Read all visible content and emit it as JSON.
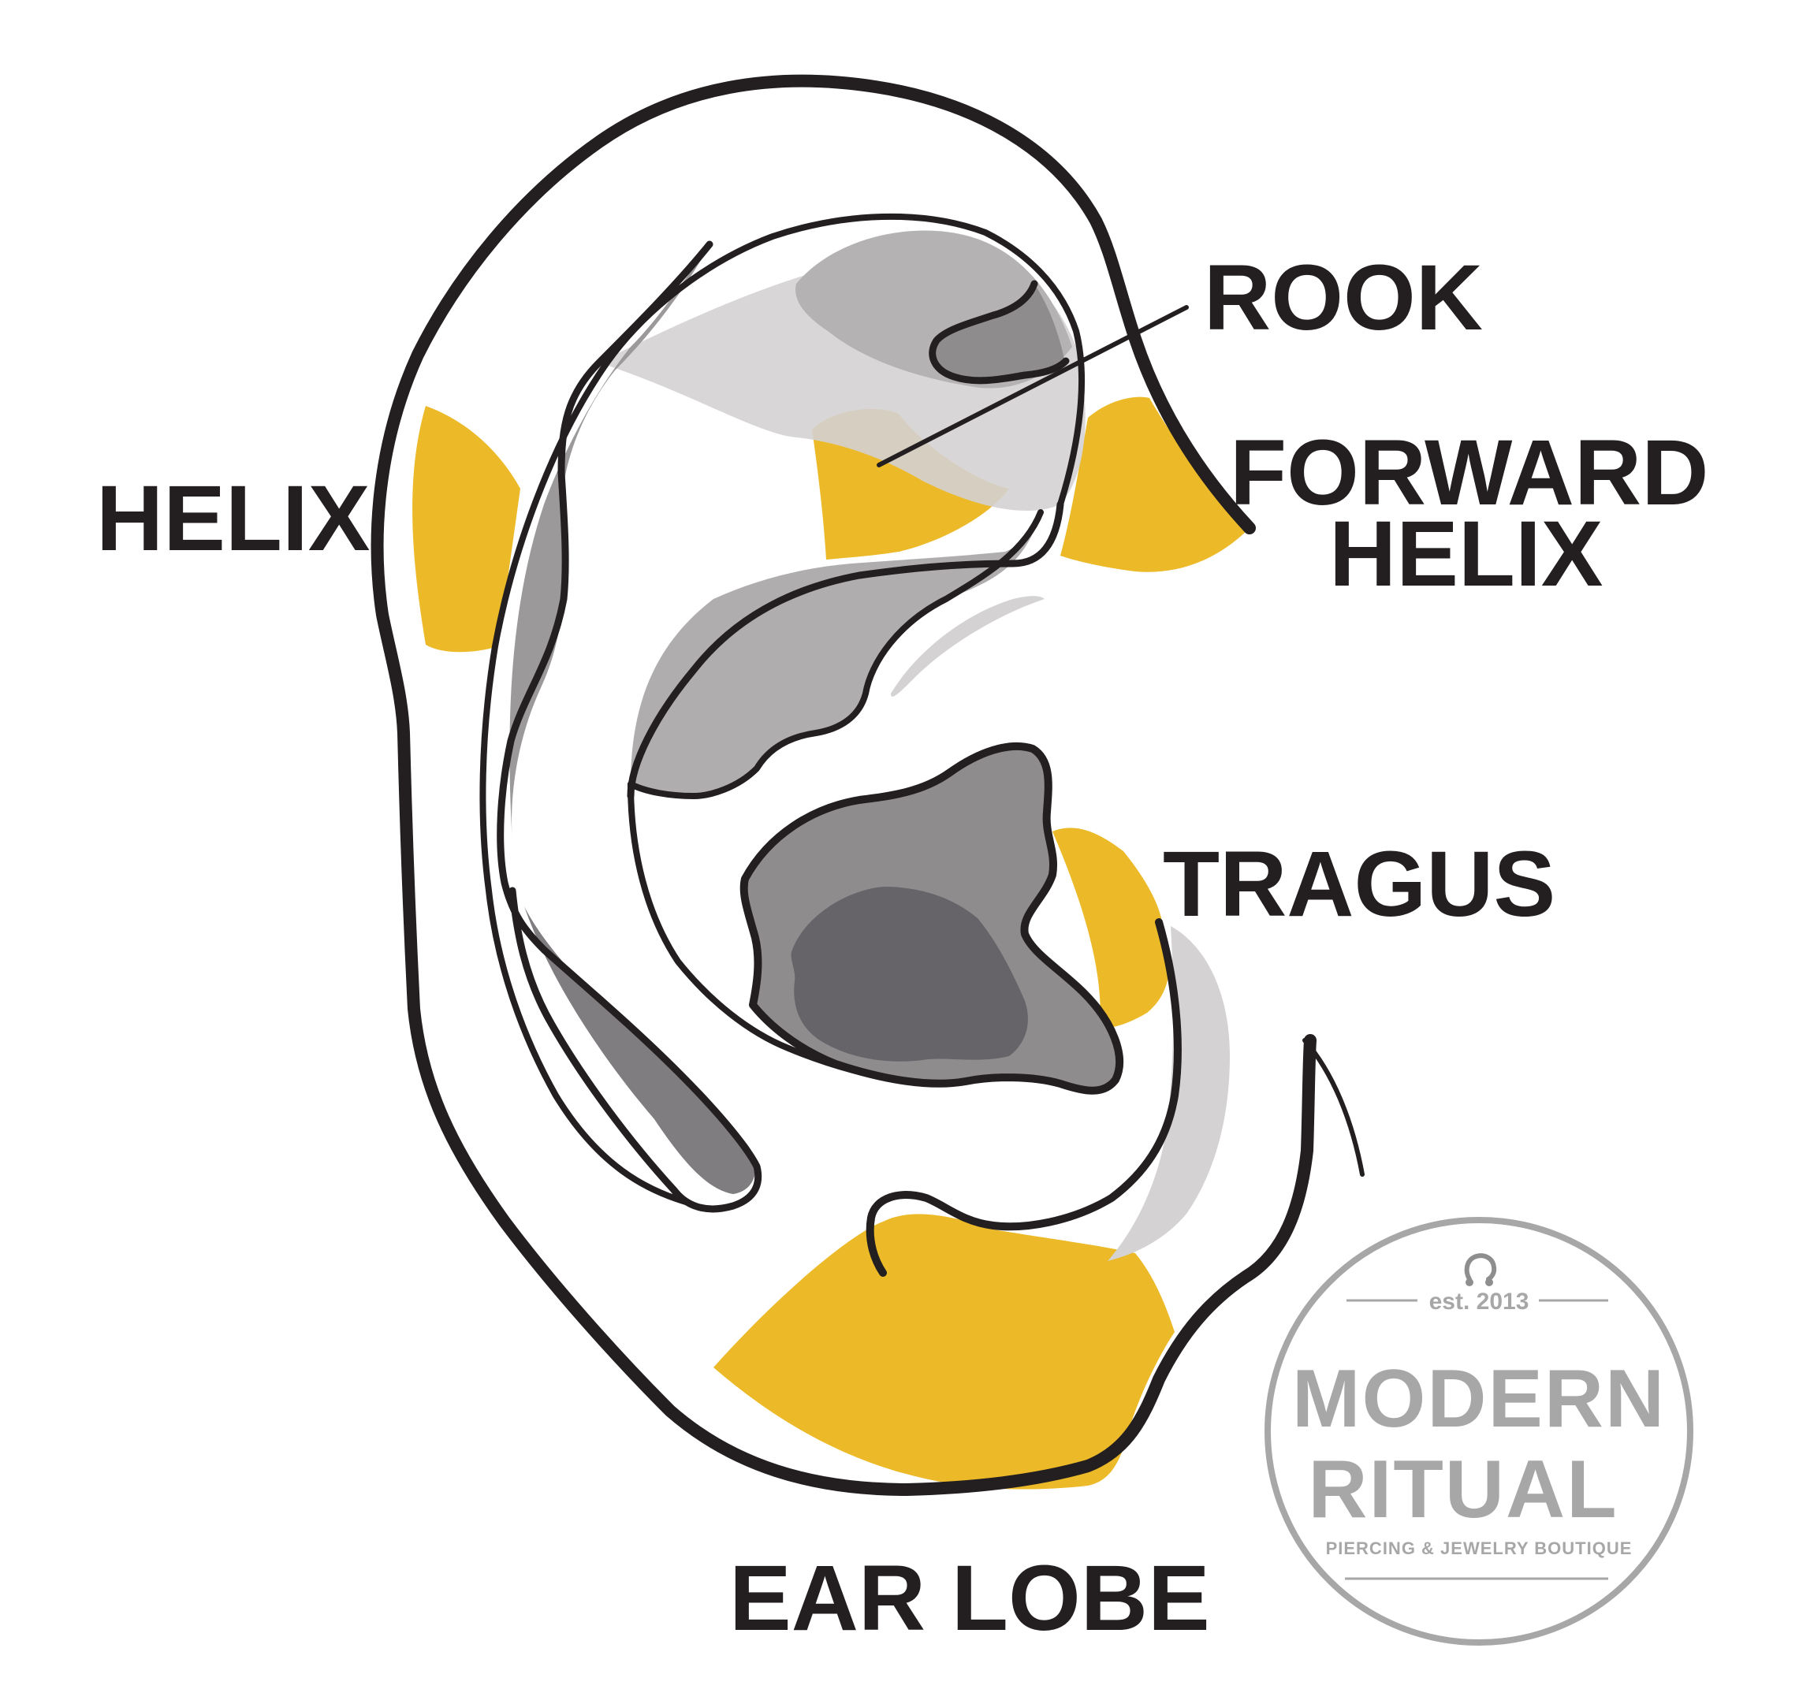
{
  "labels": {
    "helix": "HELIX",
    "rook": "ROOK",
    "forward_helix_line1": "FORWARD",
    "forward_helix_line2": "HELIX",
    "tragus": "TRAGUS",
    "ear_lobe": "EAR LOBE"
  },
  "logo": {
    "est": "est. 2013",
    "brand_line1": "MODERN",
    "brand_line2": "RITUAL",
    "tagline": "PIERCING & JEWELRY BOUTIQUE"
  },
  "colors": {
    "highlight": "#ECBA28",
    "outline": "#231F20",
    "logo_gray": "#A7A7A7"
  }
}
